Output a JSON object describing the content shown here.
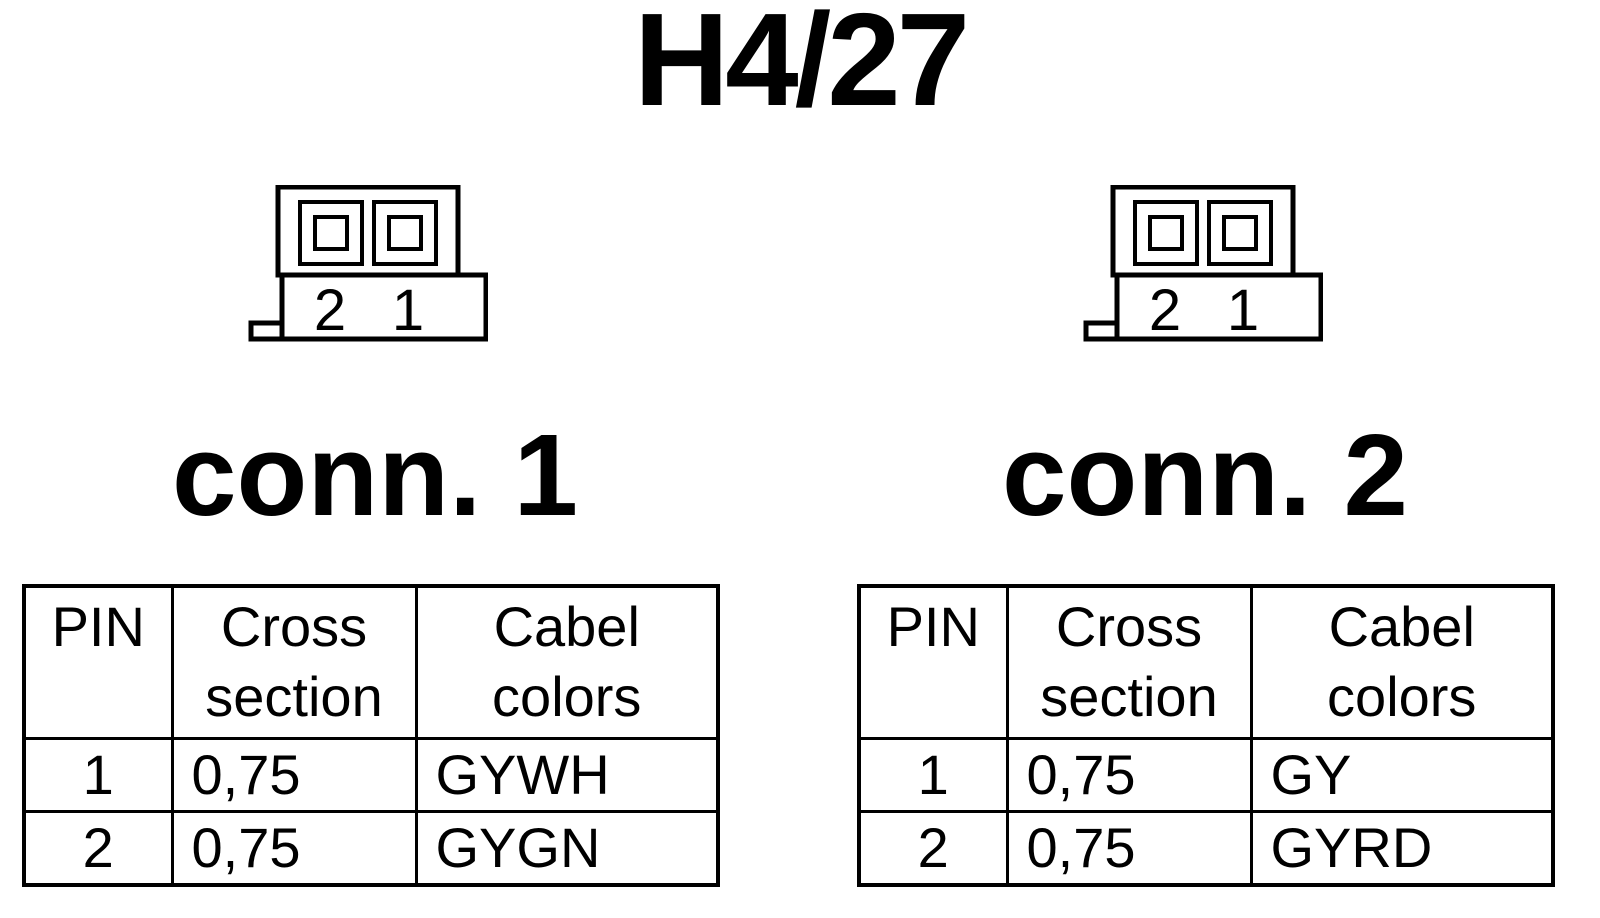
{
  "title": "H4/27",
  "connectors": [
    {
      "label": "conn. 1",
      "pin_labels": [
        "2",
        "1"
      ],
      "table": {
        "headers": {
          "pin": "PIN",
          "cross_a": "Cross",
          "cross_b": "section",
          "color_a": "Cabel",
          "color_b": "colors"
        },
        "rows": [
          {
            "pin": "1",
            "cross_section": "0,75",
            "color": "GYWH"
          },
          {
            "pin": "2",
            "cross_section": "0,75",
            "color": "GYGN"
          }
        ]
      }
    },
    {
      "label": "conn. 2",
      "pin_labels": [
        "2",
        "1"
      ],
      "table": {
        "headers": {
          "pin": "PIN",
          "cross_a": "Cross",
          "cross_b": "section",
          "color_a": "Cabel",
          "color_b": "colors"
        },
        "rows": [
          {
            "pin": "1",
            "cross_section": "0,75",
            "color": "GY"
          },
          {
            "pin": "2",
            "cross_section": "0,75",
            "color": "GYRD"
          }
        ]
      }
    }
  ]
}
